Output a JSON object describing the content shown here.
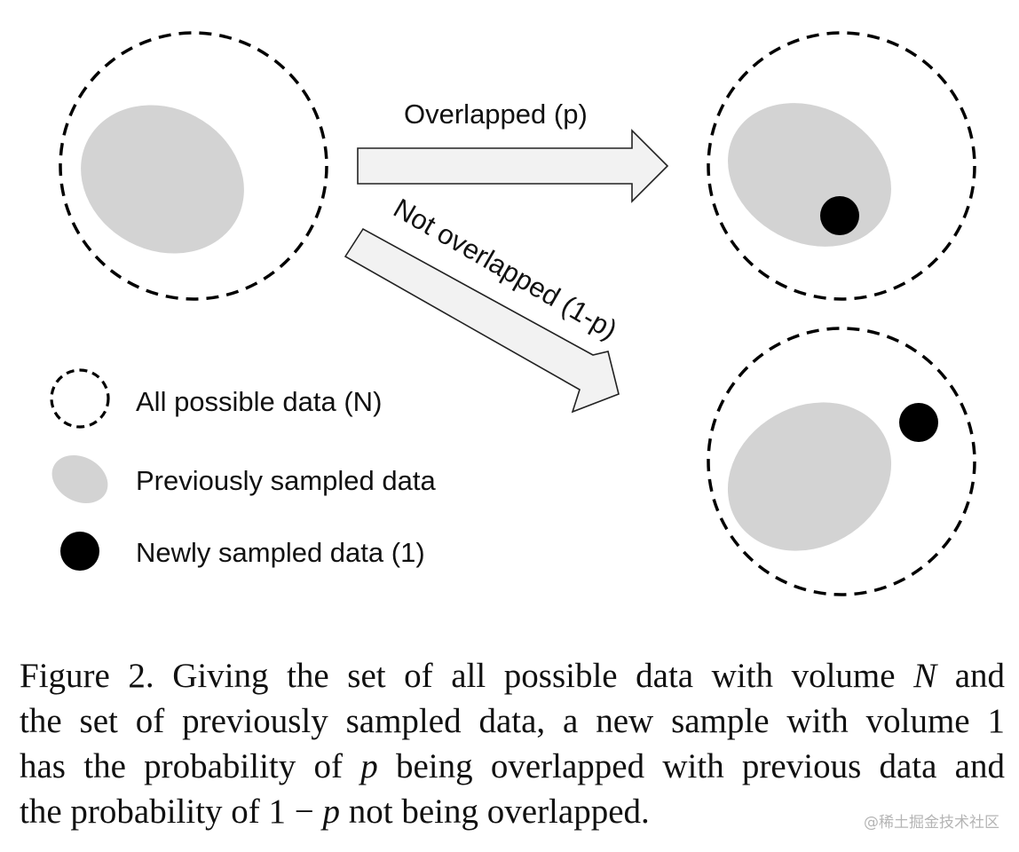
{
  "diagram": {
    "arrow_overlapped_label": "Overlapped (p)",
    "arrow_not_overlapped_label": "Not overlapped (1-p)",
    "legend": [
      {
        "icon": "dashed-circle-icon",
        "label": "All possible data (N)"
      },
      {
        "icon": "gray-ellipse-icon",
        "label": "Previously sampled data"
      },
      {
        "icon": "black-dot-icon",
        "label": "Newly sampled data (1)"
      }
    ],
    "colors": {
      "previous_data": "#d3d3d3",
      "new_data": "#000000",
      "arrow_fill": "#f2f2f2",
      "outline": "#000000"
    }
  },
  "caption": {
    "line1_a": "Figure 2. Giving the set of all possible data with volume ",
    "line1_var": "N",
    "line1_b": " and",
    "line2": "the set of previously sampled data, a new sample with volume 1",
    "line3_a": "has the probability of ",
    "line3_var": "p",
    "line3_b": " being overlapped with previous data and",
    "line4_a": "the probability of 1 − ",
    "line4_var": "p",
    "line4_b": " not being overlapped."
  },
  "watermark": "@稀土掘金技术社区"
}
